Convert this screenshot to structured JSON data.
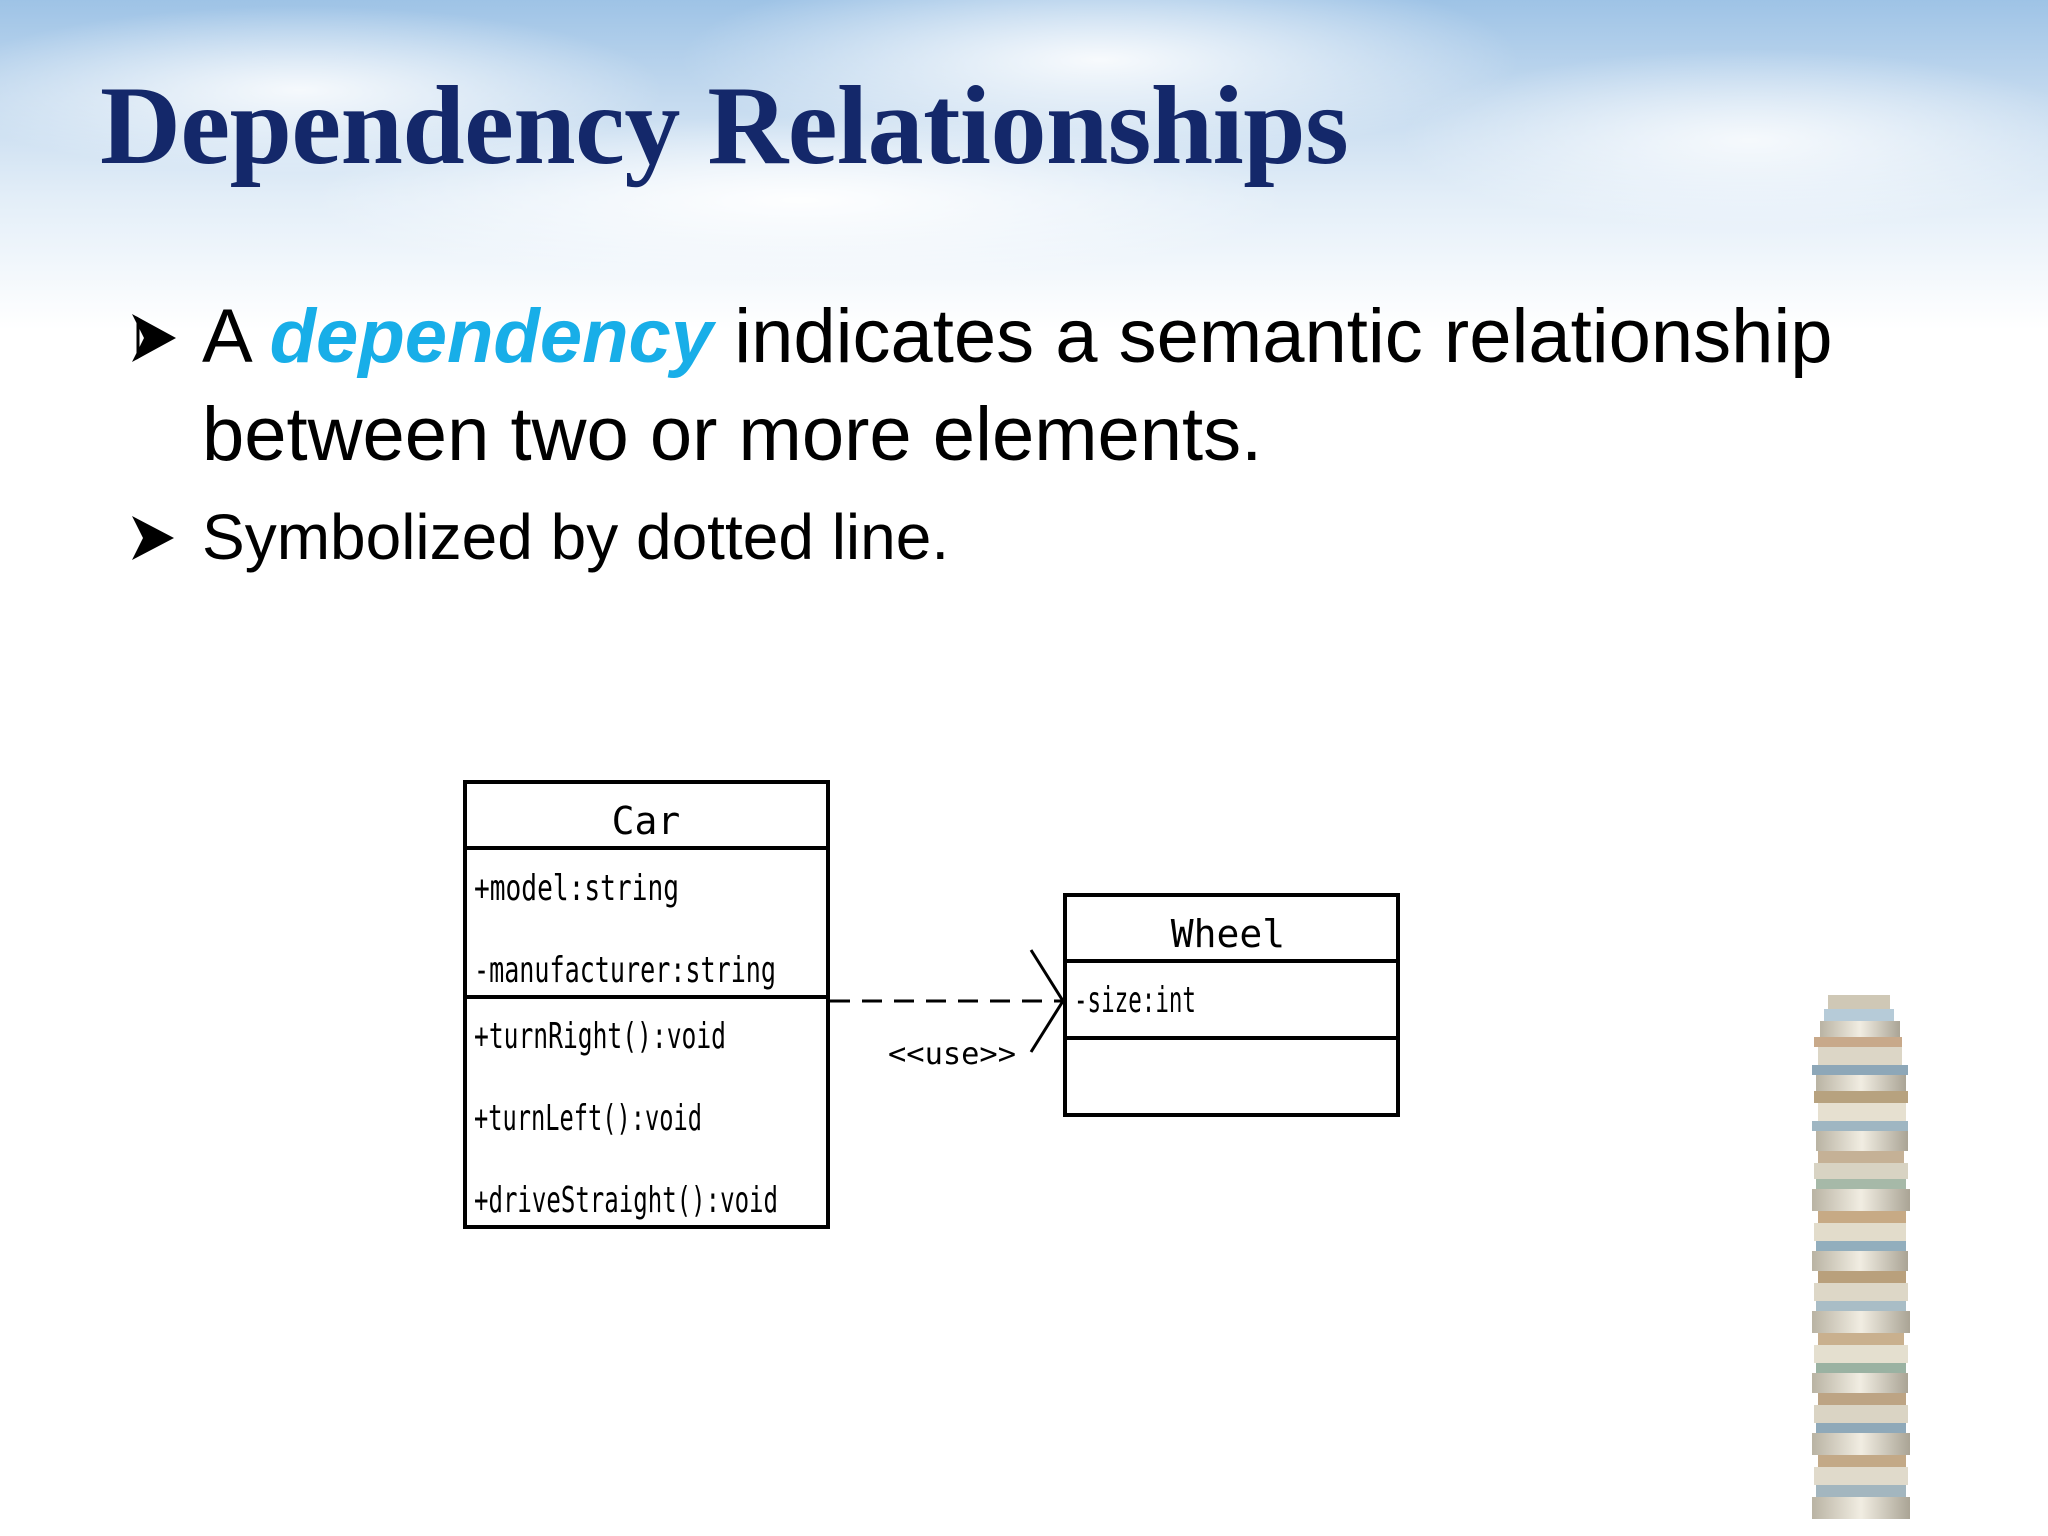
{
  "slide": {
    "title": "Dependency Relationships",
    "bullets": [
      {
        "prefix": "A ",
        "highlight": "dependency",
        "suffix": " indicates a semantic relationship between two or more elements."
      },
      {
        "text": "Symbolized by dotted line."
      }
    ]
  },
  "diagram": {
    "car": {
      "name": "Car",
      "attributes": [
        "+model:string",
        "-manufacturer:string"
      ],
      "methods": [
        "+turnRight():void",
        "+turnLeft():void",
        "+driveStraight():void"
      ]
    },
    "wheel": {
      "name": "Wheel",
      "attributes": [
        "-size:int"
      ],
      "methods": []
    },
    "dependency_label": "<<use>>"
  },
  "colors": {
    "title": "#14286a",
    "highlight": "#18aee8",
    "line": "#000000"
  },
  "icons": {
    "bullet": "arrowhead-bullet-icon",
    "decoration": "book-stack-image"
  }
}
